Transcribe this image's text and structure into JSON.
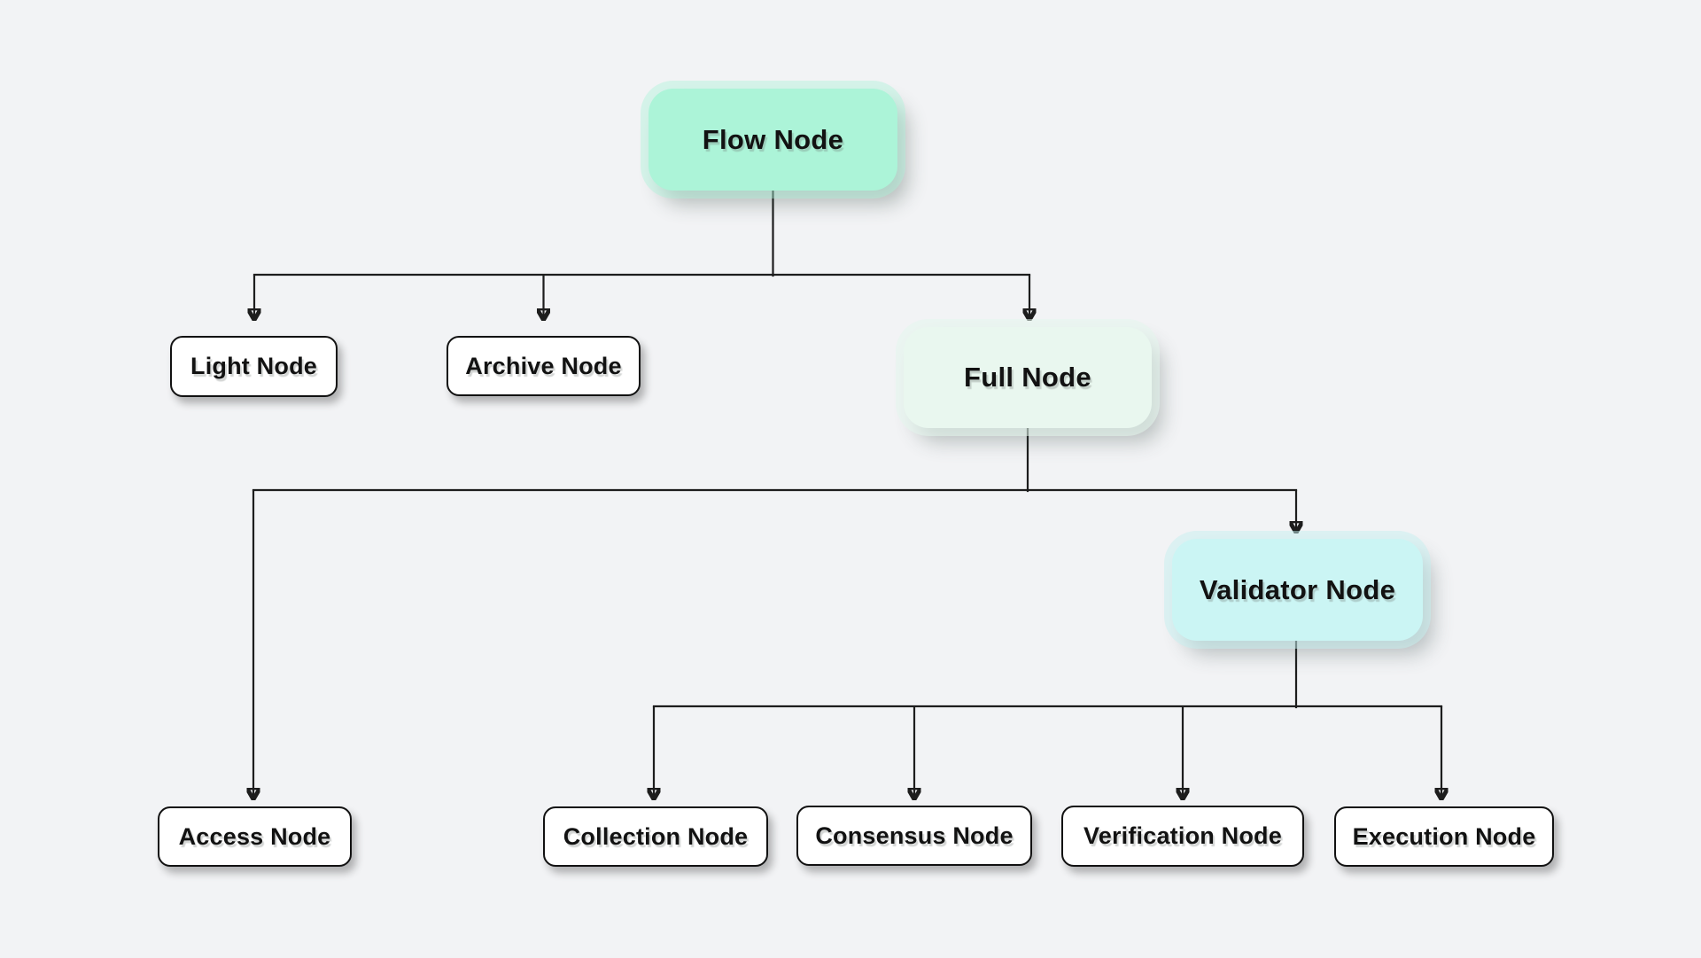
{
  "diagram": {
    "type": "tree",
    "nodes": [
      {
        "id": "flow",
        "label": "Flow Node",
        "level": 0,
        "variant": "mint"
      },
      {
        "id": "light",
        "label": "Light Node",
        "level": 1,
        "variant": "outline"
      },
      {
        "id": "archive",
        "label": "Archive Node",
        "level": 1,
        "variant": "outline"
      },
      {
        "id": "full",
        "label": "Full Node",
        "level": 1,
        "variant": "pale-mint"
      },
      {
        "id": "access",
        "label": "Access Node",
        "level": 2,
        "variant": "outline"
      },
      {
        "id": "validator",
        "label": "Validator Node",
        "level": 2,
        "variant": "cyan"
      },
      {
        "id": "collection",
        "label": "Collection Node",
        "level": 3,
        "variant": "outline"
      },
      {
        "id": "consensus",
        "label": "Consensus Node",
        "level": 3,
        "variant": "outline"
      },
      {
        "id": "verification",
        "label": "Verification Node",
        "level": 3,
        "variant": "outline"
      },
      {
        "id": "execution",
        "label": "Execution Node",
        "level": 3,
        "variant": "outline"
      }
    ],
    "edges": [
      {
        "from": "flow",
        "to": "light"
      },
      {
        "from": "flow",
        "to": "archive"
      },
      {
        "from": "flow",
        "to": "full"
      },
      {
        "from": "full",
        "to": "access"
      },
      {
        "from": "full",
        "to": "validator"
      },
      {
        "from": "validator",
        "to": "collection"
      },
      {
        "from": "validator",
        "to": "consensus"
      },
      {
        "from": "validator",
        "to": "verification"
      },
      {
        "from": "validator",
        "to": "execution"
      }
    ],
    "colors": {
      "bg": "#F2F3F5",
      "mint": "#ACF4D8",
      "paleMint": "#E9F7EF",
      "cyan": "#CBF5F4",
      "card": "#FFFFFF",
      "border": "#111111",
      "line": "#1D1D1D",
      "ink": "#121212"
    }
  }
}
